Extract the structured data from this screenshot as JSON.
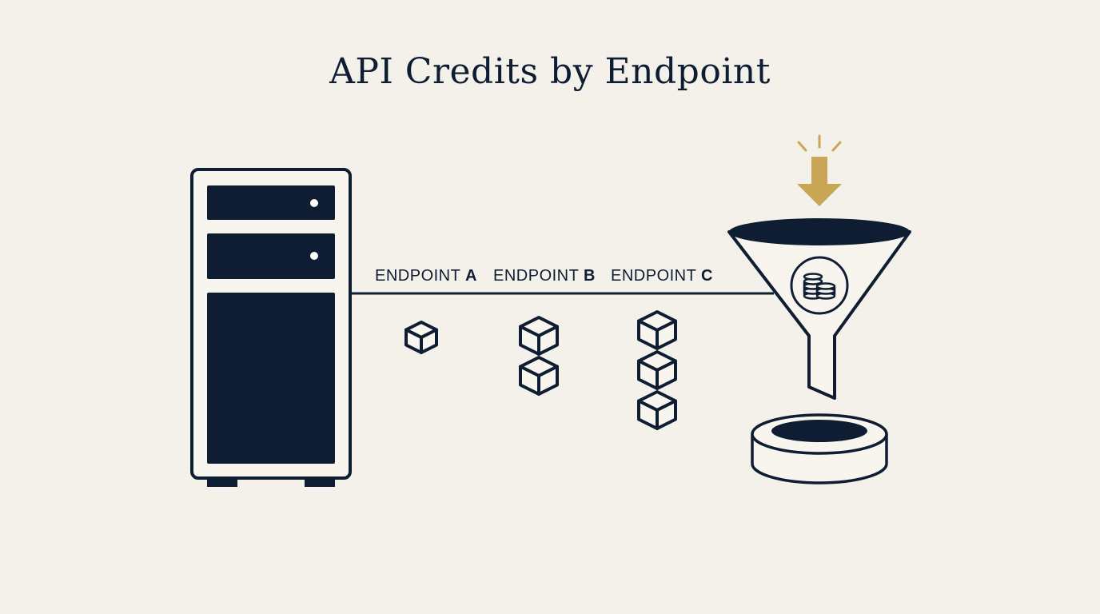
{
  "title": "API Credits by Endpoint",
  "colors": {
    "background": "#f3f1ea",
    "ink": "#0f1d33",
    "accent_gold": "#c9a655"
  },
  "endpoints": [
    {
      "name": "ENDPOINT",
      "letter": "A",
      "cubes": 1
    },
    {
      "name": "ENDPOINT",
      "letter": "B",
      "cubes": 2
    },
    {
      "name": "ENDPOINT",
      "letter": "C",
      "cubes": 3
    }
  ],
  "icons": [
    "server-icon",
    "cube-icon",
    "funnel-icon",
    "coins-icon",
    "down-arrow-icon",
    "container-ring-icon"
  ]
}
